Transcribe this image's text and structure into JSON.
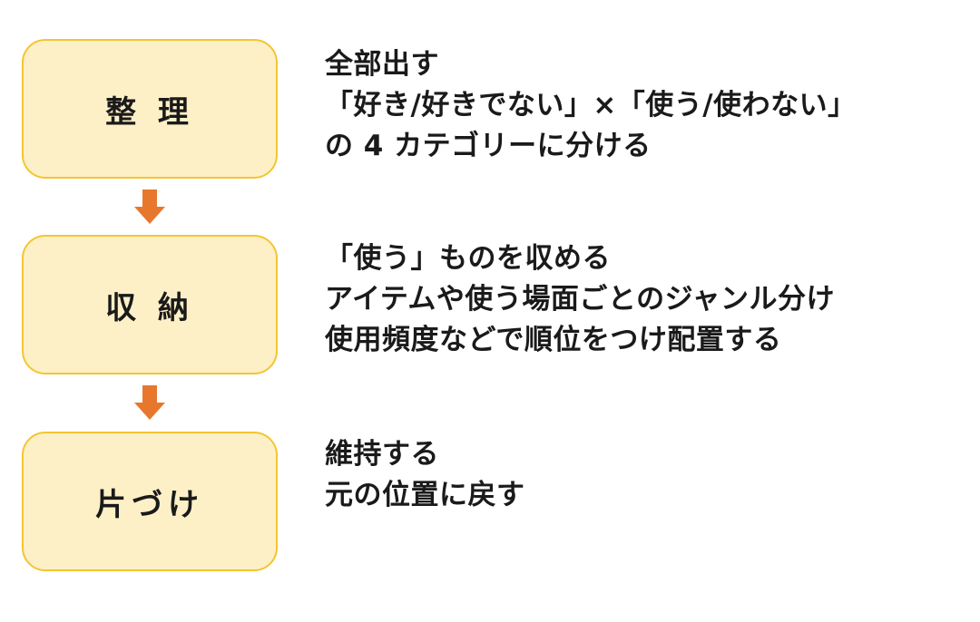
{
  "colors": {
    "box_fill": "#fdf0c7",
    "box_border": "#f4c531",
    "arrow": "#e8772e",
    "text": "#1a1a1a"
  },
  "steps": [
    {
      "label": "整 理",
      "lines": [
        "全部出す",
        "「好き/好きでない」×「使う/使わない」",
        "の 4 カテゴリーに分ける"
      ]
    },
    {
      "label": "収 納",
      "lines": [
        "「使う」ものを収める",
        "アイテムや使う場面ごとのジャンル分け",
        "使用頻度などで順位をつけ配置する"
      ]
    },
    {
      "label": "片づけ",
      "lines": [
        "維持する",
        "元の位置に戻す"
      ]
    }
  ],
  "arrows": [
    {
      "icon": "down-arrow-icon"
    },
    {
      "icon": "down-arrow-icon"
    }
  ]
}
